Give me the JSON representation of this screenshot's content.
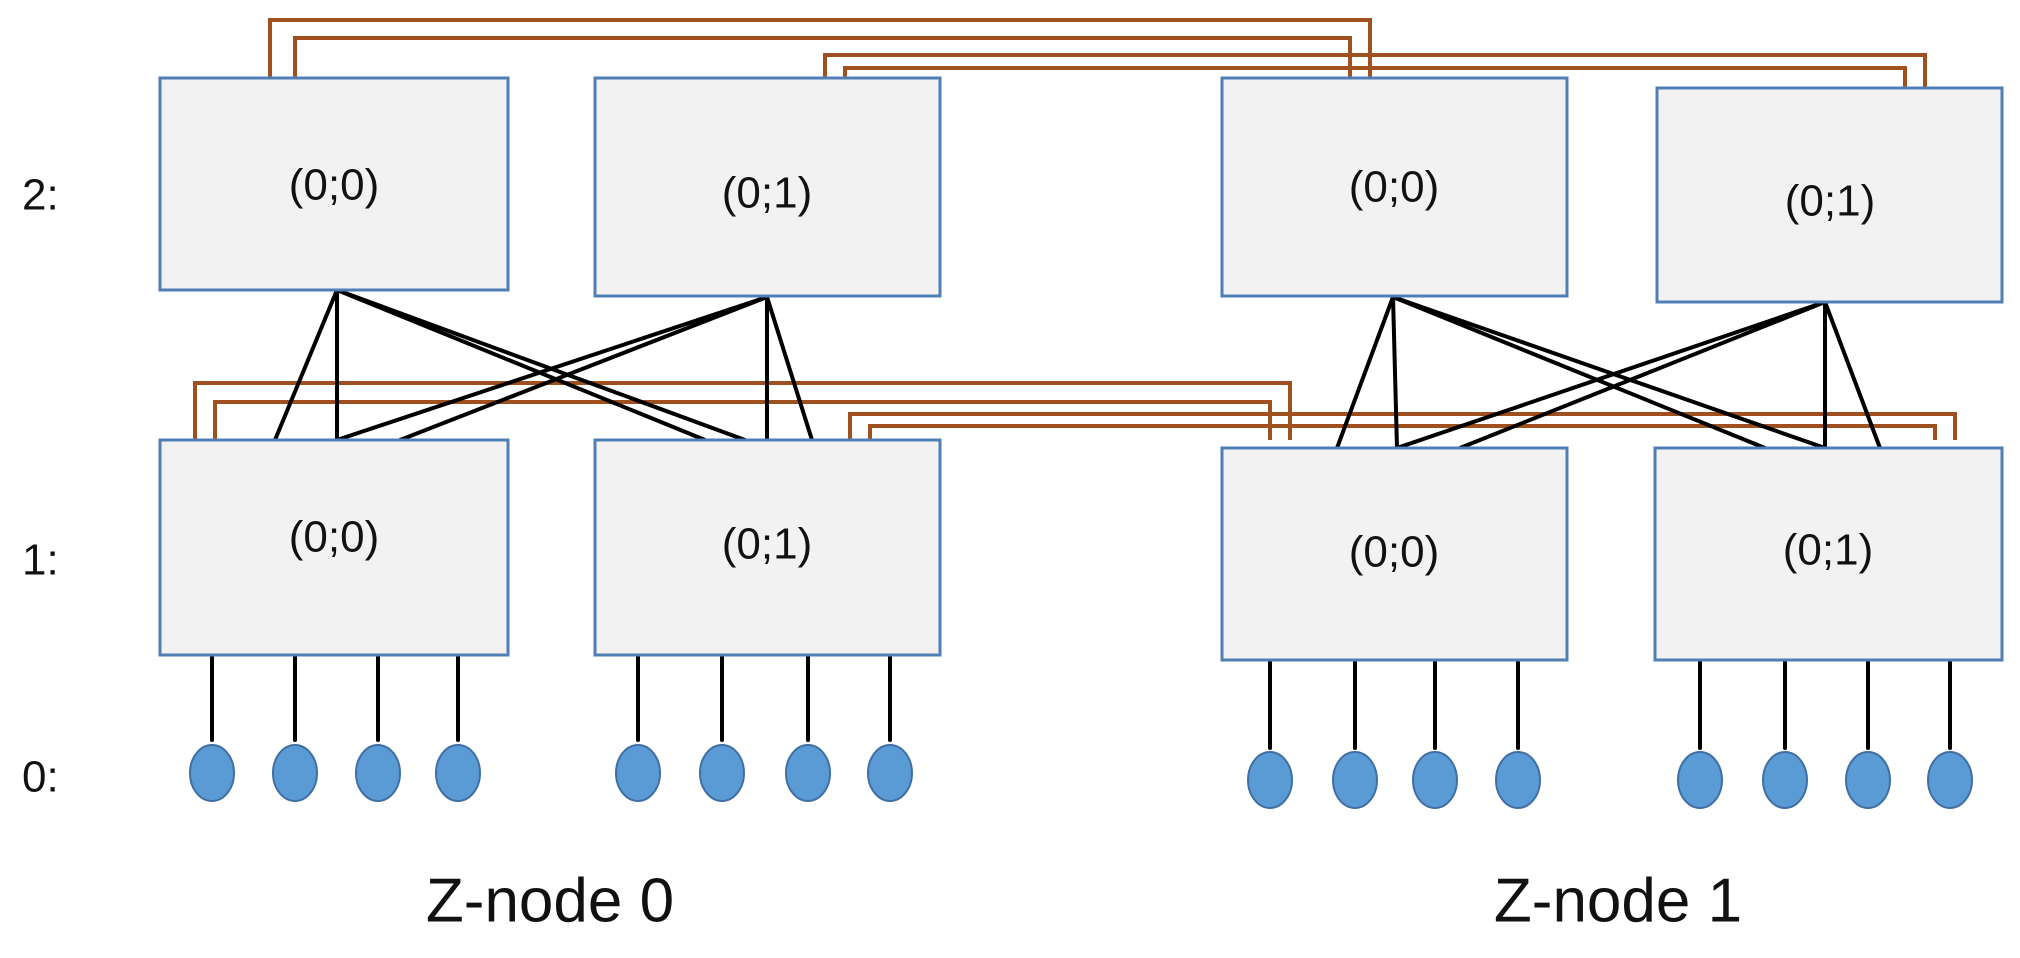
{
  "levels": [
    "2:",
    "1:",
    "0:"
  ],
  "znodes": [
    {
      "label": "Z-node 0",
      "level2": [
        "(0;0)",
        "(0;1)"
      ],
      "level1": [
        "(0;0)",
        "(0;1)"
      ]
    },
    {
      "label": "Z-node 1",
      "level2": [
        "(0;0)",
        "(0;1)"
      ],
      "level1": [
        "(0;0)",
        "(0;1)"
      ]
    }
  ],
  "hosts_per_switch": 4,
  "colors": {
    "box_fill": "#f2f2f2",
    "box_border": "#4f7fb4",
    "host": "#5b9bd5",
    "inter_znode_link": "#a0501e",
    "intra_link": "#000000"
  }
}
